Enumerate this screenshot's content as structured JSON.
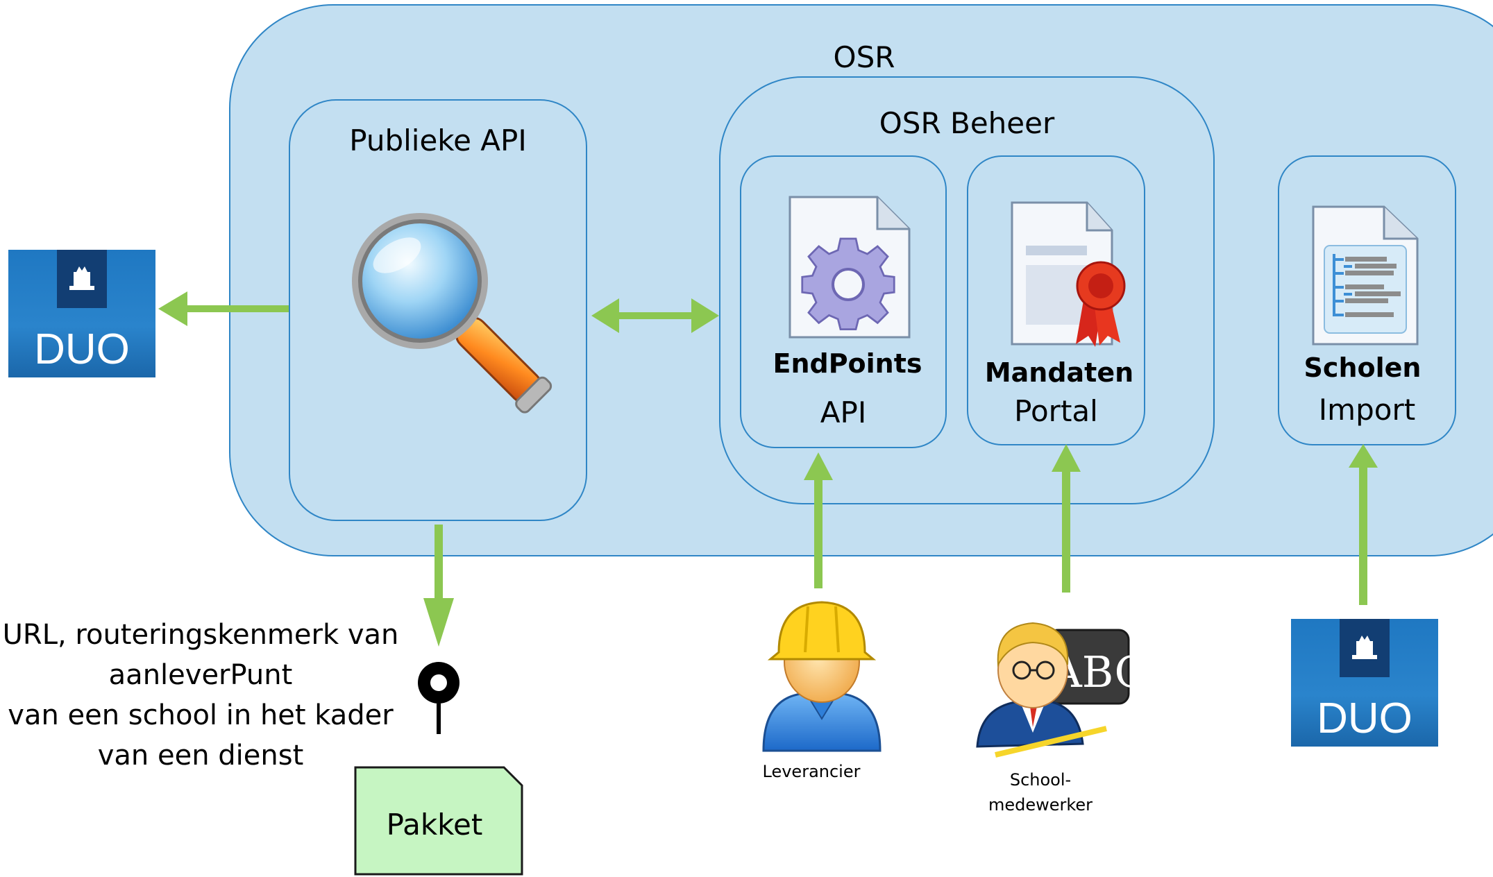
{
  "osr": {
    "title": "OSR"
  },
  "publieke_api": {
    "title": "Publieke API"
  },
  "osr_beheer": {
    "title": "OSR Beheer"
  },
  "endpoints": {
    "line1": "EndPoints",
    "line2": "API"
  },
  "mandaten": {
    "line1": "Mandaten",
    "line2": "Portal"
  },
  "scholen": {
    "line1": "Scholen",
    "line2": "Import"
  },
  "duo_logo": {
    "text": "DUO"
  },
  "url_note": {
    "line1": "URL, routeringskenmerk van",
    "line2": "aanleverPunt",
    "line3": "van een school in het kader",
    "line4": "van een dienst"
  },
  "pakket": {
    "label": "Pakket"
  },
  "actors": {
    "leverancier": "Leverancier",
    "schoolmedewerker_1": "School-",
    "schoolmedewerker_2": "medewerker"
  },
  "colors": {
    "arrow": "#8cc751",
    "box_fill": "#c3dff1",
    "box_border": "#2f86c6",
    "duo_blue": "#1d6fb5",
    "pakket_fill": "#c6f5c2"
  }
}
